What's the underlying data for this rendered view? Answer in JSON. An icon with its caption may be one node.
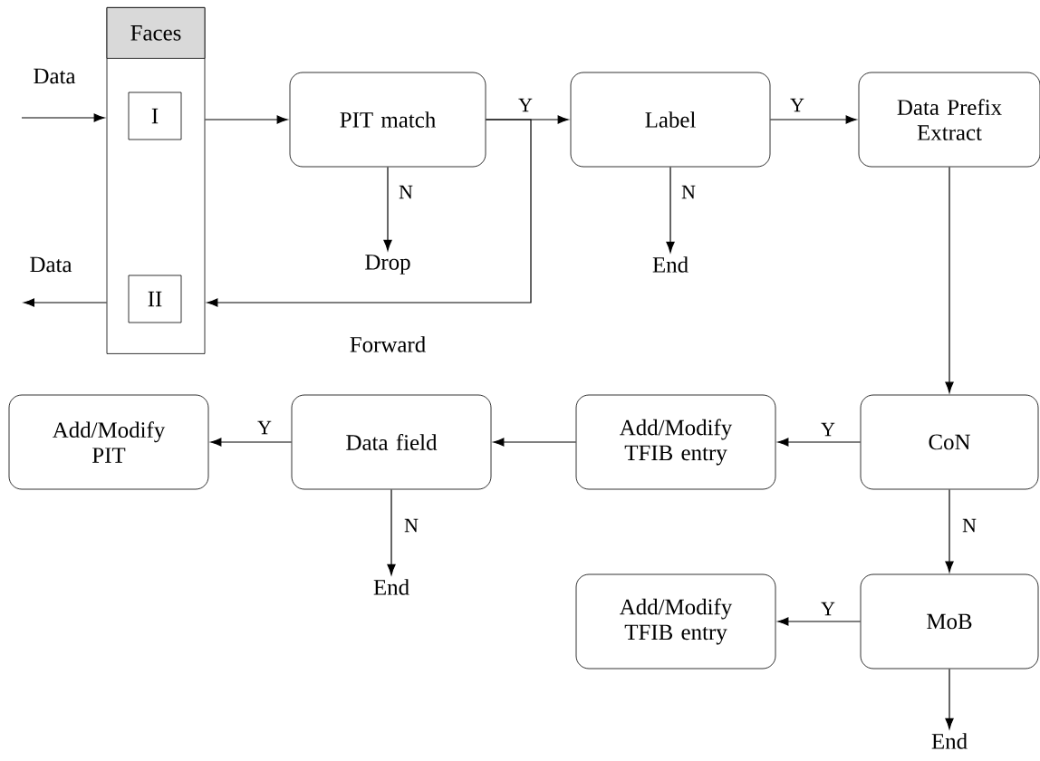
{
  "diagram": {
    "nodes": [
      {
        "text": [
          "Faces"
        ]
      },
      {
        "text": [
          "I"
        ],
        "in": 0
      },
      {
        "text": [
          "II"
        ],
        "in": 0
      },
      {
        "text": [
          "PIT match"
        ]
      },
      {
        "text": [
          "Drop"
        ]
      },
      {
        "text": [
          "Label"
        ]
      },
      {
        "text": [
          "End"
        ]
      },
      {
        "text": [
          "Data Prefix Extract"
        ]
      },
      {
        "text": [
          "Add/Modify PIT"
        ]
      },
      {
        "text": [
          "Data field"
        ]
      },
      {
        "text": [
          "Add/Modify TFIB entry"
        ]
      },
      {
        "text": [
          "CoN"
        ]
      },
      {
        "text": [
          "End"
        ]
      },
      {
        "text": [
          "Add/Modify TFIB entry"
        ]
      },
      {
        "text": [
          "MoB"
        ]
      },
      {
        "text": [
          "End"
        ]
      }
    ],
    "edges": [
      {
        "from": null,
        "to": 0,
        "arrow": "to",
        "label": "Data"
      },
      {
        "from": 0,
        "to": null,
        "arrow": "to",
        "label": "Data"
      },
      {
        "from": 0,
        "to": 3,
        "arrow": "to"
      },
      {
        "from": 3,
        "to": 5,
        "arrow": "to",
        "label": "Y"
      },
      {
        "from": 3,
        "to": 4,
        "arrow": "to",
        "label": "N"
      },
      {
        "from": 3,
        "to": 0,
        "arrow": "to",
        "label": "Forward"
      },
      {
        "from": 5,
        "to": 7,
        "arrow": "to",
        "label": "Y"
      },
      {
        "from": 5,
        "to": 6,
        "arrow": "to",
        "label": "N"
      },
      {
        "from": 7,
        "to": 11,
        "arrow": "to"
      },
      {
        "from": 11,
        "to": 10,
        "arrow": "to",
        "label": "Y"
      },
      {
        "from": 10,
        "to": 9,
        "arrow": "to"
      },
      {
        "from": 9,
        "to": 8,
        "arrow": "to",
        "label": "Y"
      },
      {
        "from": 9,
        "to": 12,
        "arrow": "to",
        "label": "N"
      },
      {
        "from": 11,
        "to": 14,
        "arrow": "to",
        "label": "N"
      },
      {
        "from": 14,
        "to": 13,
        "arrow": "to",
        "label": "Y"
      },
      {
        "from": 14,
        "to": 15,
        "arrow": "to"
      }
    ]
  }
}
